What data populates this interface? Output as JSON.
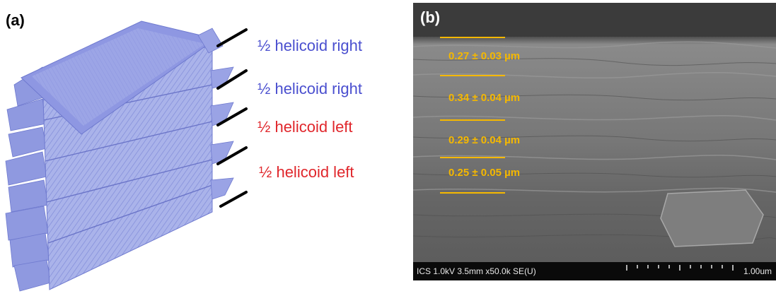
{
  "panel_a": {
    "label": "(a)",
    "layers": [
      {
        "text": "½  helicoid right",
        "color": "#4a4fcf"
      },
      {
        "text": "½  helicoid right",
        "color": "#4a4fcf"
      },
      {
        "text": "½  helicoid left",
        "color": "#e0262b"
      },
      {
        "text": "½  helicoid left",
        "color": "#e0262b"
      }
    ]
  },
  "panel_b": {
    "label": "(b)",
    "thicknesses": [
      "0.27 ± 0.03 µm",
      "0.34 ± 0.04 µm",
      "0.29 ± 0.04 µm",
      "0.25 ± 0.05 µm"
    ],
    "sem_info": "ICS 1.0kV 3.5mm x50.0k SE(U)",
    "scale_bar": "1.00um",
    "marker_color": "#f5b800"
  }
}
